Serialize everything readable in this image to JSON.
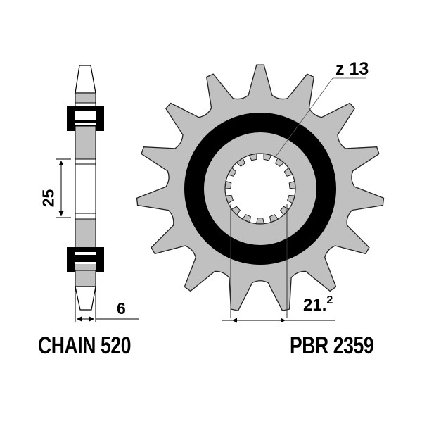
{
  "drawing": {
    "type": "sprocket technical drawing",
    "colors": {
      "background": "#ffffff",
      "sprocket_fill": "#c0c0c0",
      "ring": "#000000",
      "outline": "#222222",
      "text": "#000000"
    },
    "side_view": {
      "dimension_height_label": "25",
      "dimension_width_label": "6"
    },
    "front_view": {
      "teeth_label": "z 13",
      "drawn_teeth": 15,
      "spline_count": 15,
      "dimension_label_main": "21.",
      "dimension_label_sup": "2"
    },
    "labels": {
      "chain": "CHAIN 520",
      "part_number": "PBR 2359"
    }
  }
}
